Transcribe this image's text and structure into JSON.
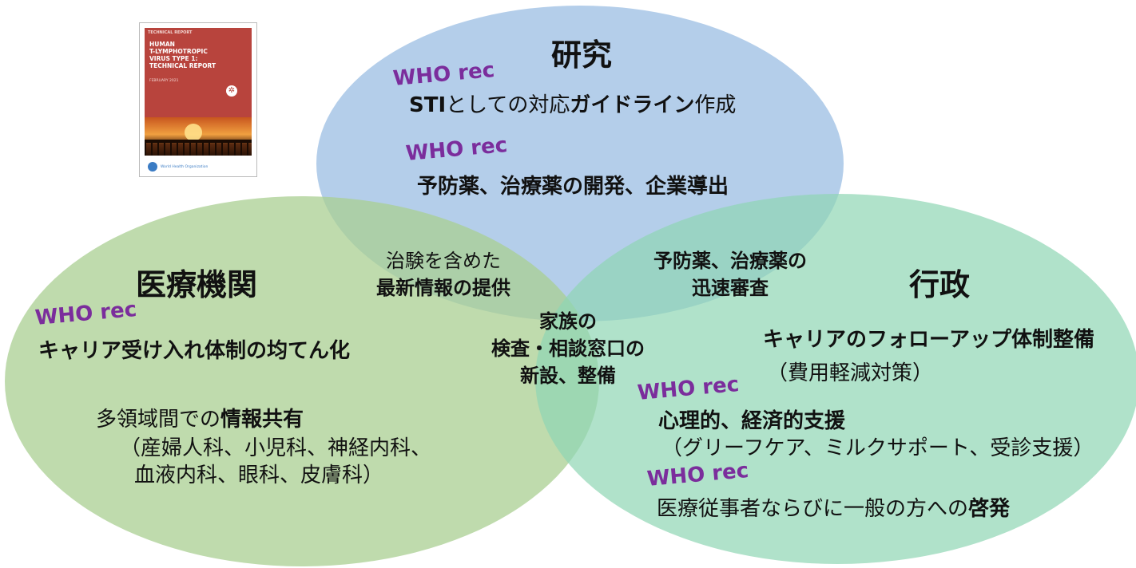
{
  "colors": {
    "research_circle": "#a7c6e6",
    "medical_circle": "#b2d4a0",
    "admin_circle": "#a6dcc2",
    "who_rec": "#7b2d9c"
  },
  "report_cover": {
    "tag": "TECHNICAL REPORT",
    "title_lines": [
      "HUMAN",
      "T-LYMPHOTROPIC",
      "VIRUS TYPE 1:",
      "TECHNICAL REPORT"
    ],
    "date": "FEBRUARY 2021",
    "publisher": "World Health Organization"
  },
  "research": {
    "title": "研究",
    "who1": "WHO rec",
    "item1_bold": "STI",
    "item1_mid": "としての対応",
    "item1_bold2": "ガイドライン",
    "item1_end": "作成",
    "who2": "WHO rec",
    "item2": "予防薬、治療薬の開発、企業導出"
  },
  "medical": {
    "title": "医療機関",
    "who1": "WHO rec",
    "item1": "キャリア受け入れ体制の均てん化",
    "item2_pre": "多領域間での",
    "item2_bold": "情報共有",
    "item2_line2": "（産婦人科、小児科、神経内科、",
    "item2_line3": "血液内科、眼科、皮膚科）"
  },
  "admin": {
    "title": "行政",
    "item1": "キャリアのフォローアップ体制整備",
    "item1_sub": "（費用軽減対策）",
    "who1": "WHO rec",
    "item2": "心理的、経済的支援",
    "item2_sub": "（グリーフケア、ミルクサポート、受診支援）",
    "who2": "WHO rec",
    "item3_pre": "医療従事者ならびに一般の方への",
    "item3_bold": "啓発"
  },
  "overlaps": {
    "research_medical_line1": "治験を含めた",
    "research_medical_line2": "最新情報の提供",
    "research_admin_line1": "予防薬、治療薬の",
    "research_admin_line2": "迅速審査",
    "center_line1": "家族の",
    "center_line2": "検査・相談窓口の",
    "center_line3": "新設、整備"
  }
}
